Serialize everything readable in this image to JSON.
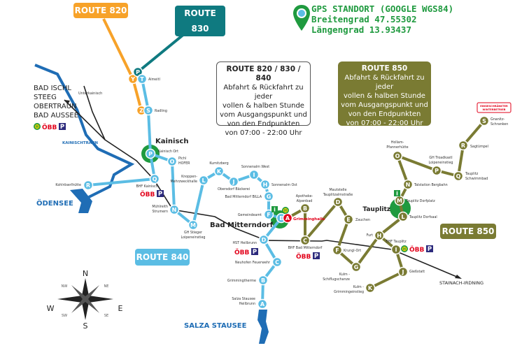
{
  "gps": {
    "title": "GPS STANDORT (GOOGLE WGS84)",
    "lat": "Breitengrad 47.55302",
    "lon": "Längengrad 13.93437",
    "icon": "map-pin-icon"
  },
  "route_labels": {
    "r820": "ROUTE 820",
    "r830": "ROUTE 830",
    "r840": "ROUTE 840",
    "r850": "ROUTE 850"
  },
  "info_boxes": [
    {
      "title": "ROUTE 820 / 830 / 840",
      "lines": [
        "Abfahrt & Rückfahrt zu jeder",
        "vollen & halben Stunde",
        "vom Ausgangspunkt und",
        "von den Endpunkten",
        "von 07:00 - 22:00 Uhr"
      ]
    },
    {
      "title": "ROUTE 850",
      "lines": [
        "Abfahrt & Rückfahrt zu jeder",
        "vollen & halben Stunde",
        "vom Ausgangspunkt und",
        "von den Endpunkten",
        "von 07:00 - 22:00 Uhr"
      ]
    }
  ],
  "winter_notice": [
    "EINGESCHRÄNKTER",
    "WINTERBETRIEB"
  ],
  "destinations": [
    "BAD ISCHL",
    "STEEG",
    "OBERTRAUN",
    "BAD AUSSEE"
  ],
  "places": {
    "kainisch": "Kainisch",
    "bad_mitterndorf": "Bad Mitterndorf",
    "tauplitz": "Tauplitz",
    "unterkainisch": "Unterkainisch",
    "kainischtraun": "KAINISCHTRAUN",
    "oedensee": "ÖDENSEE",
    "salza_stausee": "SALZA STAUSEE",
    "stainach": "STAINACH-IRDNING"
  },
  "symbols": {
    "obb": "ÖBB",
    "parking": "P",
    "bus": "H",
    "info": "i"
  },
  "compass": [
    "N",
    "E",
    "S",
    "W",
    "NE",
    "SE",
    "SW",
    "NW"
  ],
  "colors": {
    "r820": "#f7a229",
    "r830": "#0f7a80",
    "r840": "#5bbde4",
    "r850": "#7a7b33",
    "hub": "#1f9a3f",
    "start": "#e2001a",
    "river": "#1f6db5",
    "parking": "#2c2a7c"
  },
  "routes": {
    "r820": [
      {
        "letter": "Y",
        "name": ""
      },
      {
        "letter": "Z",
        "name": ""
      }
    ],
    "r830": [
      {
        "letter": "P",
        "name": ""
      }
    ],
    "r840": [
      {
        "letter": "T",
        "name": [
          "Almeitl"
        ]
      },
      {
        "letter": "S",
        "name": [
          "Radling"
        ]
      },
      {
        "letter": "P",
        "name": [
          "Kainisch Ort"
        ]
      },
      {
        "letter": "Q",
        "name": [
          "BHF Kainisch"
        ]
      },
      {
        "letter": "R",
        "name": [
          "Kohlröserlhütte"
        ]
      },
      {
        "letter": "O",
        "name": [
          "Pichl",
          "HOFER"
        ]
      },
      {
        "letter": "N",
        "name": [
          "Mühlreith",
          "Strumern"
        ]
      },
      {
        "letter": "M",
        "name": [
          "GH Stieger",
          "Loipeneinstieg"
        ]
      },
      {
        "letter": "L",
        "name": [
          "Knoppen-",
          "Mehrzweckhalle"
        ]
      },
      {
        "letter": "K",
        "name": [
          "Kumitzberg"
        ]
      },
      {
        "letter": "J",
        "name": [
          "Obersdorf Bäckerei"
        ]
      },
      {
        "letter": "I",
        "name": [
          "Sonnenalm West"
        ]
      },
      {
        "letter": "H",
        "name": [
          "Sonnenalm Ost"
        ]
      },
      {
        "letter": "G",
        "name": [
          "Bad Mitterndorf BILLA"
        ]
      },
      {
        "letter": "F",
        "name": [
          "Gemeindeamt"
        ]
      },
      {
        "letter": "E",
        "name": []
      },
      {
        "letter": "D",
        "name": [
          "HST Heilbrunn"
        ]
      },
      {
        "letter": "C",
        "name": [
          "Neuhofen Feuerwehr"
        ]
      },
      {
        "letter": "B",
        "name": [
          "Grimmingtherme"
        ]
      },
      {
        "letter": "A",
        "name": [
          "Salza Stausee",
          "Heilbrunn"
        ]
      }
    ],
    "r850": [
      {
        "letter": "A",
        "name": [
          "Grimminghalle"
        ]
      },
      {
        "letter": "B",
        "name": [
          "Apotheke-",
          "Alpenbad"
        ]
      },
      {
        "letter": "C",
        "name": [
          "BHF Bad Mitterndorf"
        ]
      },
      {
        "letter": "D",
        "name": [
          "Mautstelle",
          "Tauplitzalmstraße"
        ]
      },
      {
        "letter": "E",
        "name": [
          "Zauchen"
        ]
      },
      {
        "letter": "F",
        "name": [
          "Krungl-Ort"
        ]
      },
      {
        "letter": "G",
        "name": [
          "Kulm -",
          "Schiflugschanze"
        ]
      },
      {
        "letter": "H",
        "name": [
          "Furt"
        ]
      },
      {
        "letter": "I",
        "name": [
          "BHF Tauplitz"
        ]
      },
      {
        "letter": "J",
        "name": [
          "Gießstatt"
        ]
      },
      {
        "letter": "K",
        "name": [
          "Kulm -",
          "Grimmingeinstieg"
        ]
      },
      {
        "letter": "L",
        "name": [
          "Tauplitz Dorfsaal"
        ]
      },
      {
        "letter": "M",
        "name": [
          "Tauplitz Dorfplatz"
        ]
      },
      {
        "letter": "N",
        "name": [
          "Talstation Bergbahn"
        ]
      },
      {
        "letter": "O",
        "name": [
          "Hollam-",
          "Pfannerhütte"
        ]
      },
      {
        "letter": "P",
        "name": [
          "GH Troadkastl",
          "Loipeneinstieg"
        ]
      },
      {
        "letter": "Q",
        "name": [
          "Tauplitz",
          "Schwimmbad"
        ]
      },
      {
        "letter": "R",
        "name": [
          "Sagtümpel"
        ]
      },
      {
        "letter": "S",
        "name": [
          "Gnanitz-",
          "Schranken"
        ]
      }
    ]
  }
}
